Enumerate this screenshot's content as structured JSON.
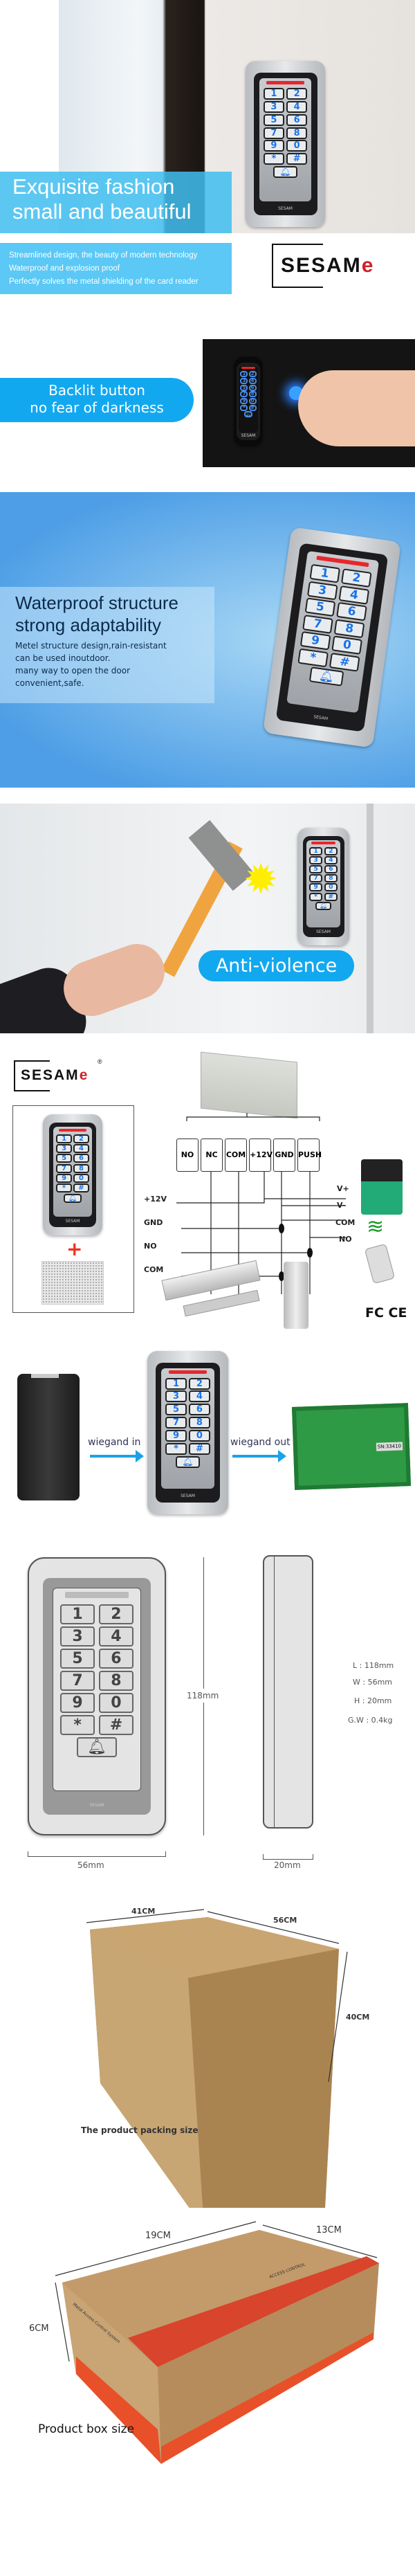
{
  "brand": {
    "name_main": "SESAM",
    "name_accent": "e",
    "registered": "®"
  },
  "keypad": {
    "keys": [
      "1",
      "2",
      "3",
      "4",
      "5",
      "6",
      "7",
      "8",
      "9",
      "0",
      "*",
      "#"
    ],
    "bell_icon": "bell-icon"
  },
  "hero": {
    "headline_1": "Exquisite fashion",
    "headline_2": "small and beautiful",
    "features": [
      "Streamlined design, the beauty of modern technology",
      "Waterproof and explosion proof",
      "Perfectly solves the metal shielding of the card reader"
    ]
  },
  "backlit": {
    "line_1": "Backlit button",
    "line_2": "no fear of darkness"
  },
  "waterproof": {
    "title_1": "Waterproof structure",
    "title_2": "strong adaptability",
    "body": [
      "Metel structure design,rain-resistant",
      "can be used inoutdoor.",
      "many way to open the door",
      "convenient,safe."
    ]
  },
  "anti_violence": {
    "label": "Anti-violence"
  },
  "wiring": {
    "terminals": [
      "NO",
      "NC",
      "COM",
      "+12V",
      "GND",
      "PUSH"
    ],
    "left_labels": [
      "+12V",
      "GND",
      "NO",
      "COM"
    ],
    "right_labels": [
      "V+",
      "V-",
      "COM",
      "NO"
    ],
    "certs": "FC CE"
  },
  "wiegand": {
    "in_label": "wiegand in",
    "out_label": "wiegand out",
    "board_serial": "SN:33410"
  },
  "dimensions": {
    "height": "118mm",
    "width": "56mm",
    "depth": "20mm",
    "specs": [
      "L : 118mm",
      "W : 56mm",
      "H : 20mm",
      "G.W : 0.4kg"
    ]
  },
  "packing": {
    "width": "41CM",
    "length": "56CM",
    "height": "40CM",
    "caption": "The product packing size"
  },
  "product_box": {
    "length": "19CM",
    "width": "13CM",
    "height": "6CM",
    "caption": "Product box size",
    "side_text": "Metal Access Control System",
    "top_text": "ACCESS CONTROL"
  },
  "colors": {
    "accent_blue": "#12a8f0",
    "panel_blue": "#5bc8f5",
    "brand_red": "#d0212b",
    "cardboard": "#b8925f"
  }
}
